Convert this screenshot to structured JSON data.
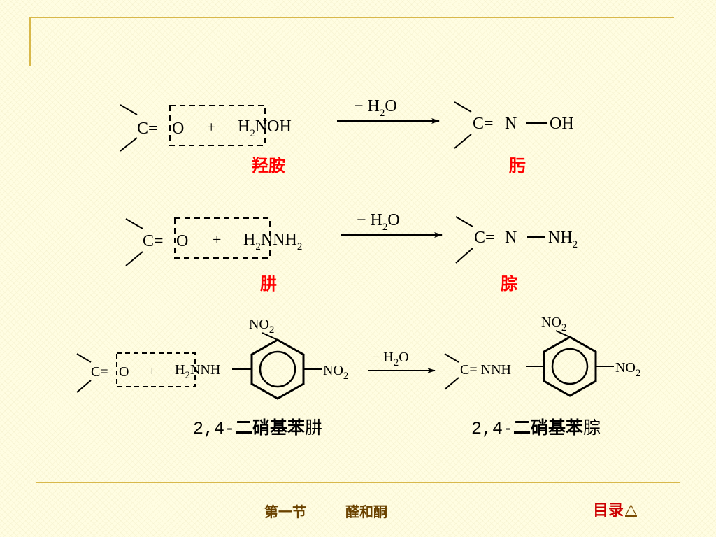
{
  "reactions": [
    {
      "reagent_prefix": "H",
      "reagent_sub": "2",
      "reagent_rest": "NOH",
      "reagent_label": "羟胺",
      "product_N": "N",
      "product_tail": "OH",
      "product_tail_sub": "",
      "product_label": "肟"
    },
    {
      "reagent_prefix": "H",
      "reagent_sub": "2",
      "reagent_rest": "NNH",
      "reagent_sub2": "2",
      "reagent_label": "肼",
      "product_N": "N",
      "product_tail": "NH",
      "product_tail_sub": "2",
      "product_label": "腙"
    },
    {
      "reagent_prefix": "H",
      "reagent_sub": "2",
      "reagent_rest": "NNH",
      "reagent_label_prefix": "2,4-",
      "reagent_label_bold": "二硝基苯",
      "reagent_label_suffix": "肼",
      "product_head": "C= NNH",
      "product_label_prefix": "2,4-",
      "product_label_bold": "二硝基苯",
      "product_label_suffix": "腙",
      "nitro": "NO",
      "nitro_sub": "2"
    }
  ],
  "common": {
    "carbon_double": "C=",
    "oxygen": "O",
    "plus": "+",
    "minus": "−",
    "water_H": "H",
    "water_sub": "2",
    "water_O": "O"
  },
  "footer": {
    "section": "第一节",
    "topic": "醛和酮",
    "toc_label": "目录",
    "toc_icon": "triangle-up-icon",
    "toc_symbol": "△"
  },
  "colors": {
    "background": "#fffde2",
    "frame": "#d8b84a",
    "label_red": "#ff0000",
    "footer_text": "#6b4300",
    "toc_red": "#cc0000"
  }
}
